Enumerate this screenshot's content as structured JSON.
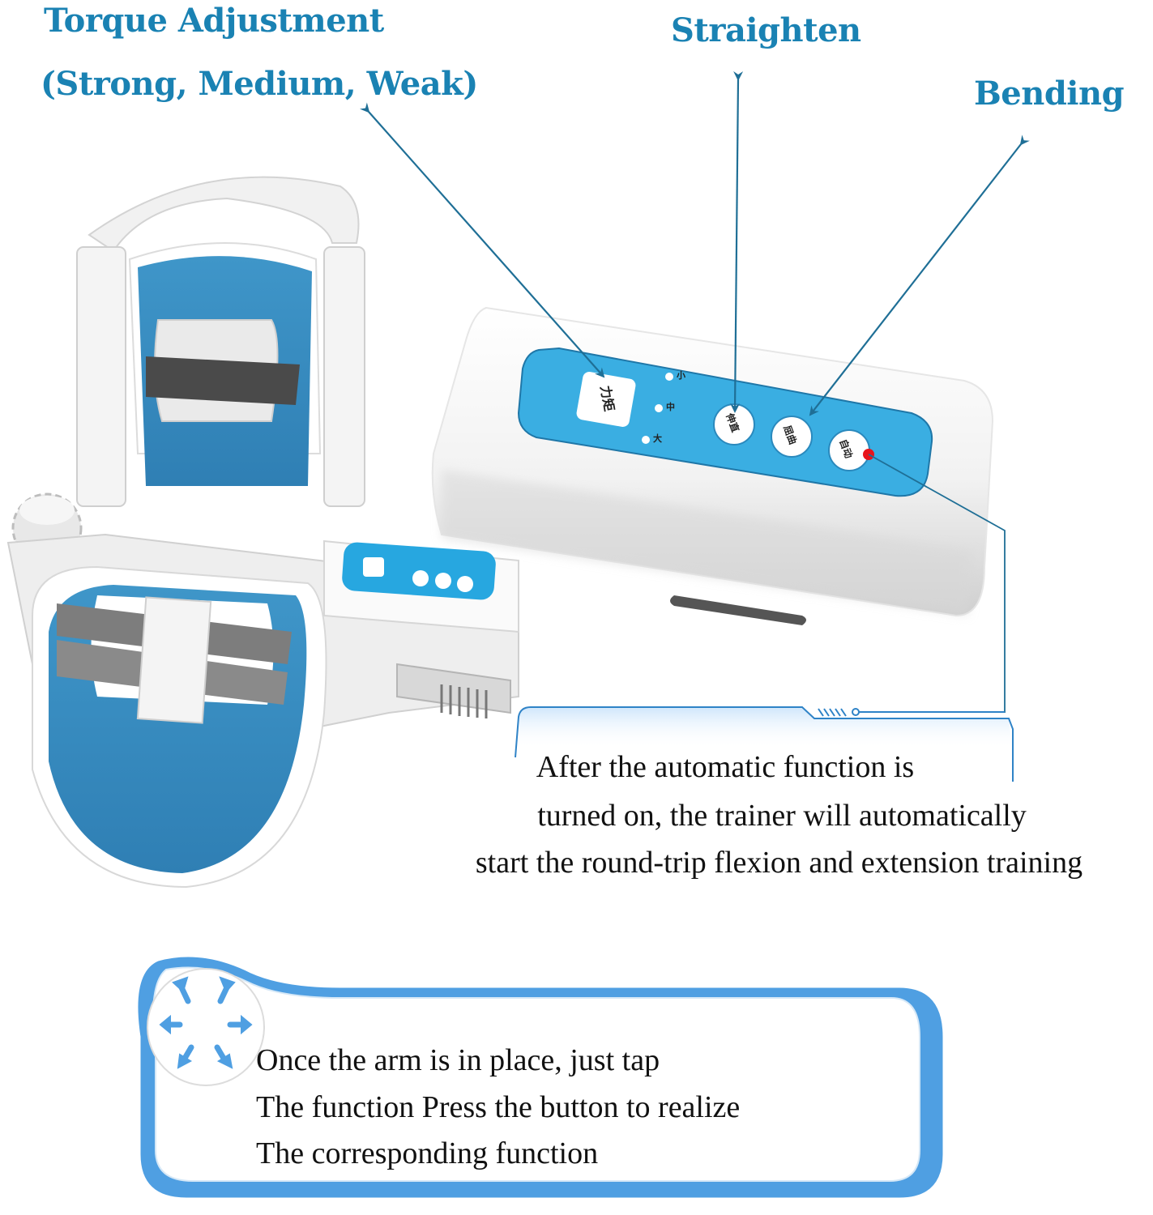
{
  "callouts": {
    "torque_title": "Torque Adjustment",
    "torque_levels": "(Strong, Medium, Weak)",
    "straighten": "Straighten",
    "bending": "Bending"
  },
  "control_panel": {
    "torque_button": "力矩",
    "levels": [
      "小",
      "中",
      "大"
    ],
    "straighten_button": "伸直",
    "bending_button": "屈曲",
    "auto_button": "自动",
    "auto_indicator_color": "#e8141b",
    "panel_color": "#3aaee2"
  },
  "auto_description": {
    "lines": [
      "After the automatic function is",
      "turned on, the trainer will automatically",
      "start the round-trip flexion and extension training"
    ]
  },
  "tip_box": {
    "icon": "expand-arrows-icon",
    "lines": [
      "Once the arm is in place, just tap",
      "The function Press the button to realize",
      "The corresponding function"
    ]
  },
  "colors": {
    "label_blue": "#1a82b3",
    "arrow_blue": "#1f6f96",
    "device_blue": "#3a8fc4",
    "frame_blue": "#3d8fd6",
    "tip_box_blue": "#5aa8e6"
  }
}
